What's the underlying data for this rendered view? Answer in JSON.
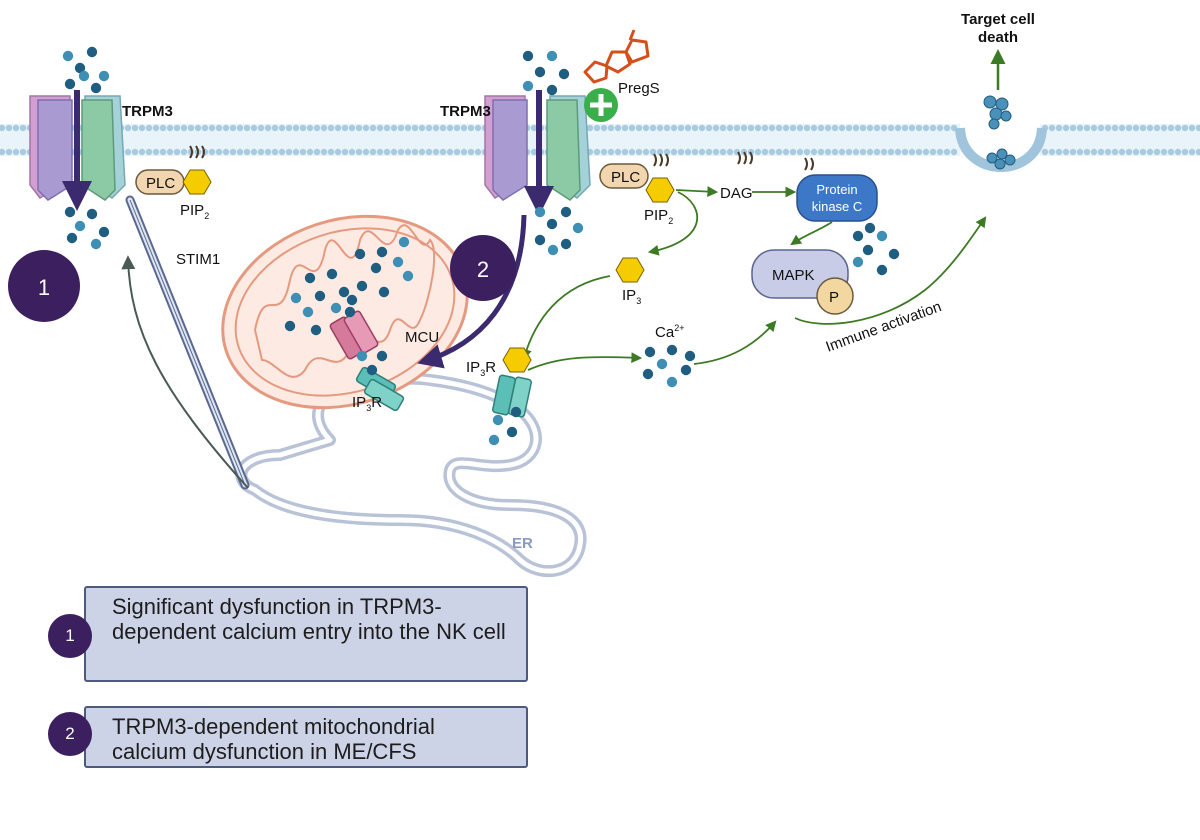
{
  "labels": {
    "trpm3_left": "TRPM3",
    "trpm3_right": "TRPM3",
    "plc_left": "PLC",
    "plc_right": "PLC",
    "pip2_left": "PIP",
    "pip2_right": "PIP",
    "pip2_sub": "2",
    "stim1": "STIM1",
    "mcu": "MCU",
    "ip3r_base": "IP",
    "ip3r_sub": "3",
    "ip3r_r": "R",
    "ip3": "IP",
    "ip3_sub": "3",
    "dag": "DAG",
    "pkc_line1": "Protein",
    "pkc_line2": "kinase C",
    "mapk": "MAPK",
    "p": "P",
    "ca": "Ca",
    "ca_sup": "2+",
    "pregs": "PregS",
    "immune_activation": "Immune activation",
    "target_line1": "Target cell",
    "target_line2": "death",
    "er": "ER",
    "marker1": "1",
    "marker2": "2"
  },
  "legend": [
    {
      "num": "1",
      "text": "Significant dysfunction in TRPM3-dependent calcium entry into the NK cell"
    },
    {
      "num": "2",
      "text": "TRPM3-dependent mitochondrial calcium dysfunction in ME/CFS"
    }
  ],
  "colors": {
    "membrane": "#9fc4dc",
    "calcium": "#1f5e80",
    "arrow_green": "#3d7a24",
    "arrow_purple": "#3b2a6e",
    "marker": "#3b1f5f",
    "pkc": "#3d78c8",
    "mapk": "#c8cce6",
    "ip3_yellow": "#f5cc00",
    "pregs_orange": "#d4501a",
    "plus_green": "#3aae4a",
    "mito": "#e8957a",
    "er": "#c0c8dc",
    "legend_fill": "#cdd3e6"
  }
}
